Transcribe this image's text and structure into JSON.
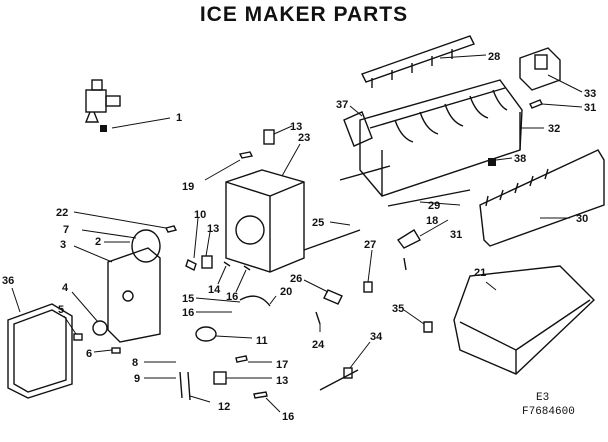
{
  "title": "ICE MAKER PARTS",
  "labels": [
    "1",
    "2",
    "3",
    "4",
    "5",
    "6",
    "7",
    "8",
    "9",
    "10",
    "11",
    "12",
    "13",
    "13",
    "13",
    "14",
    "15",
    "16",
    "16",
    "16",
    "17",
    "18",
    "19",
    "20",
    "21",
    "22",
    "23",
    "24",
    "25",
    "26",
    "27",
    "28",
    "29",
    "30",
    "31",
    "31",
    "32",
    "33",
    "34",
    "35",
    "36",
    "37",
    "38"
  ],
  "code_lines": [
    "E3",
    "F7684600"
  ]
}
